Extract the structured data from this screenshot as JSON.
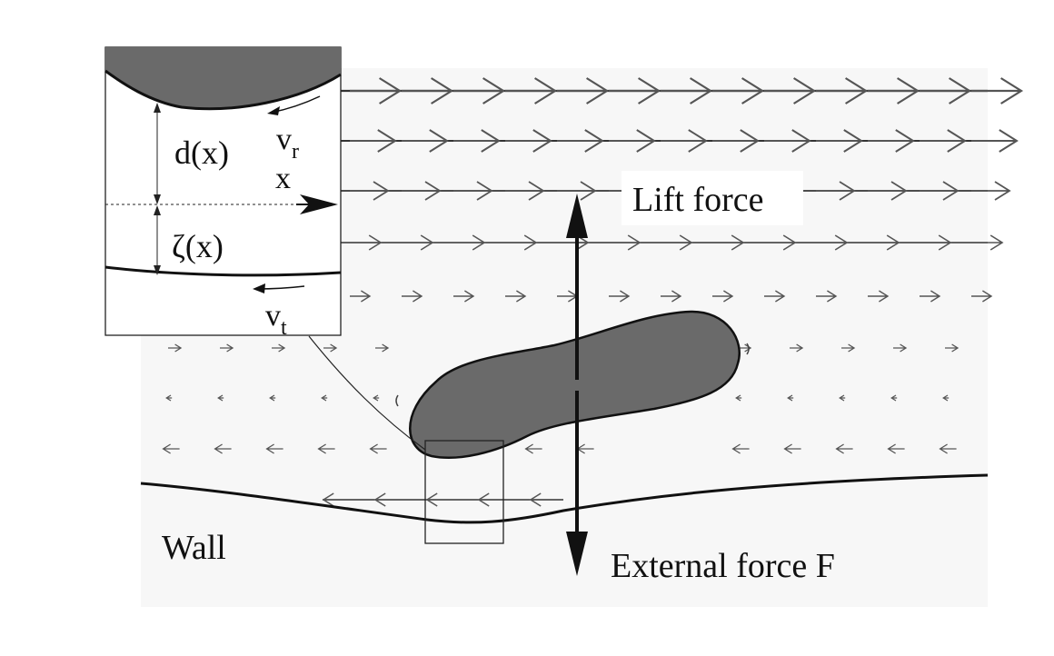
{
  "labels": {
    "lift_force": "Lift force",
    "external_force": "External force F",
    "wall": "Wall",
    "inset_gap": "d(x)",
    "inset_x_axis": "x",
    "inset_deformation": "ζ(x)",
    "inset_v_r_base": "v",
    "inset_v_r_sub": "r",
    "inset_v_t_base": "v",
    "inset_v_t_sub": "t"
  },
  "colors": {
    "background": "#ffffff",
    "fluid_region": "#f7f7f7",
    "particle": "#6a6a6a",
    "ink": "#111111",
    "arrows": "#555555"
  }
}
